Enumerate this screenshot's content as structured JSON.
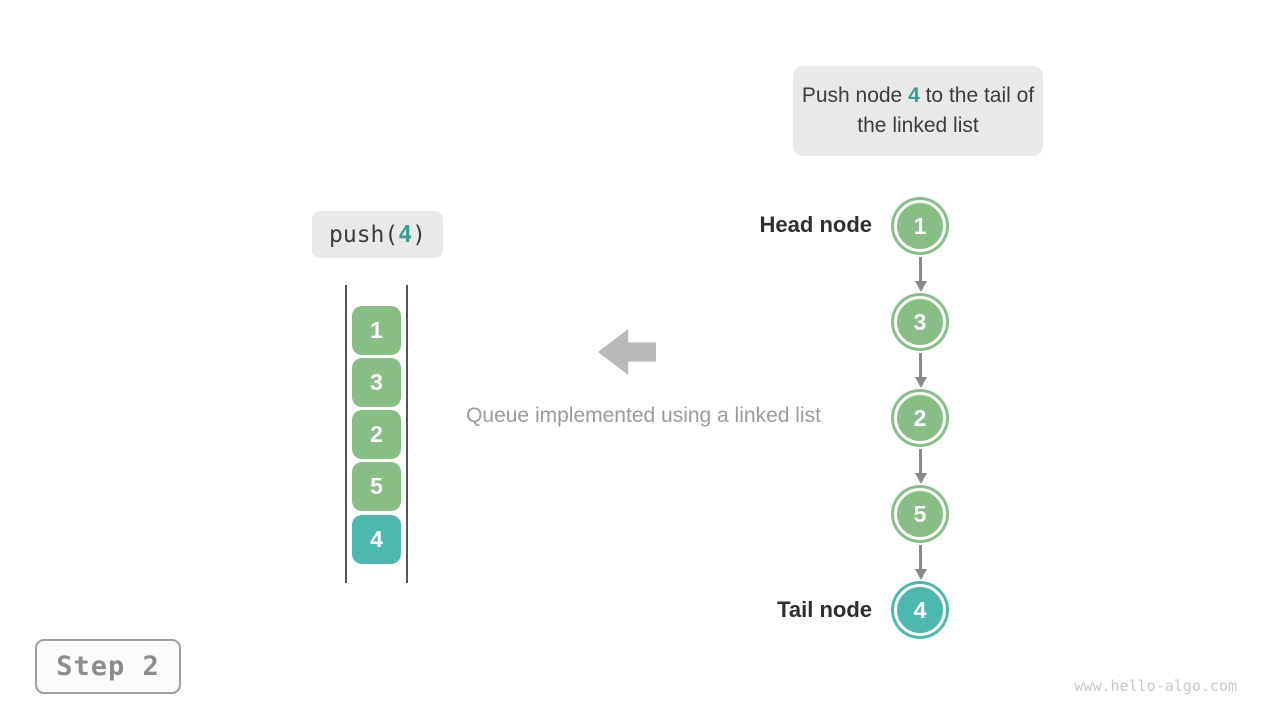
{
  "colors": {
    "node-green": "#87be86",
    "node-teal": "#4db9ae",
    "highlight-teal": "#3a9c92",
    "box-bg": "#e9e9e9",
    "dark-text": "#3c3c3c",
    "label-text": "#2f2f2f",
    "muted-text": "#9b9b9b",
    "big-arrow": "#b9b9b9",
    "connector": "#8a8a8a",
    "wall": "#555555",
    "step-border": "#9e9e9e",
    "step-text": "#8c8c8c",
    "step-bg": "#fbfbfb",
    "watermark": "#c8c8c8"
  },
  "callout": {
    "prefix": "Push node ",
    "value": "4",
    "suffix": " to the tail of the linked list"
  },
  "operation": {
    "prefix": "push(",
    "value": "4",
    "suffix": ")"
  },
  "queue_stack": {
    "items": [
      {
        "value": "1",
        "variant": "green"
      },
      {
        "value": "3",
        "variant": "green"
      },
      {
        "value": "2",
        "variant": "green"
      },
      {
        "value": "5",
        "variant": "green"
      },
      {
        "value": "4",
        "variant": "teal"
      }
    ]
  },
  "caption": "Queue implemented using a linked list",
  "linked_list": {
    "head_label": "Head node",
    "tail_label": "Tail node",
    "nodes": [
      {
        "value": "1",
        "variant": "green"
      },
      {
        "value": "3",
        "variant": "green"
      },
      {
        "value": "2",
        "variant": "green"
      },
      {
        "value": "5",
        "variant": "green"
      },
      {
        "value": "4",
        "variant": "teal"
      }
    ]
  },
  "step_badge": "Step 2",
  "watermark": "www.hello-algo.com"
}
